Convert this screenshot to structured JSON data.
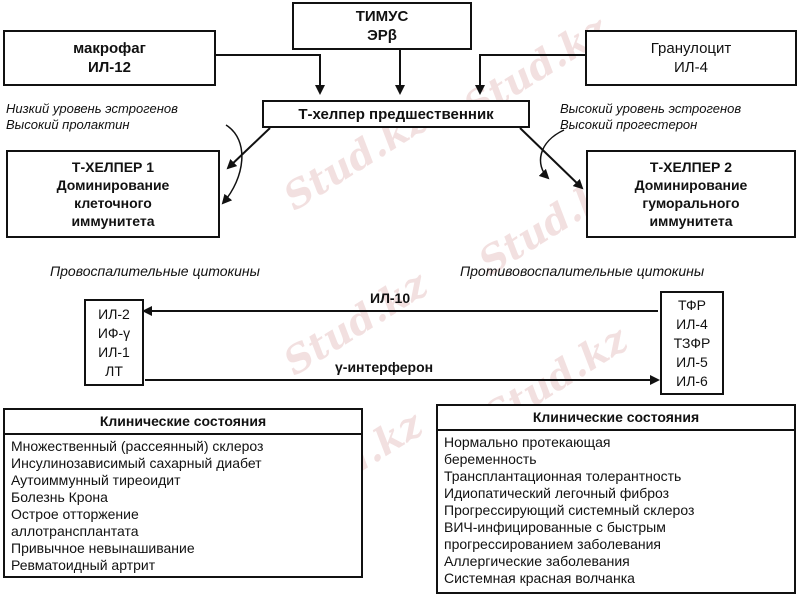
{
  "top": {
    "line1": "ТИМУС",
    "line2": "ЭРβ"
  },
  "left_source": {
    "line1": "макрофаг",
    "line2": "ИЛ-12"
  },
  "right_source": {
    "line1": "Гранулоцит",
    "line2": "ИЛ-4"
  },
  "precursor": "Т-хелпер предшественник",
  "left_condition": [
    "Низкий уровень эстрогенов",
    "Высокий пролактин"
  ],
  "right_condition": [
    "Высокий уровень эстрогенов",
    "Высокий прогестерон"
  ],
  "th1": {
    "title": "Т-ХЕЛПЕР 1",
    "lines": [
      "Доминирование",
      "клеточного",
      "иммунитета"
    ]
  },
  "th2": {
    "title": "Т-ХЕЛПЕР 2",
    "lines": [
      "Доминирование",
      "гуморального",
      "иммунитета"
    ]
  },
  "left_caption": "Провоспалительные цитокины",
  "right_caption": "Противовоспалительные цитокины",
  "left_cytokines": [
    "ИЛ-2",
    "ИФ-γ",
    "ИЛ-1",
    "ЛТ"
  ],
  "right_cytokines": [
    "ТФР",
    "ИЛ-4",
    "ТЗФР",
    "ИЛ-5",
    "ИЛ-6"
  ],
  "arrow_top_label": "ИЛ-10",
  "arrow_bottom_label": "γ-интерферон",
  "left_clinical": {
    "title": "Клинические состояния",
    "items": [
      "Множественный (рассеянный) склероз",
      "Инсулинозависимый сахарный диабет",
      "Аутоиммунный тиреоидит",
      "Болезнь Крона",
      "Острое отторжение",
      "аллотрансплантата",
      "Привычное невынашивание",
      "Ревматоидный артрит"
    ]
  },
  "right_clinical": {
    "title": "Клинические состояния",
    "items": [
      "Нормально протекающая",
      "беременность",
      "Трансплантационная толерантность",
      "Идиопатический легочный фиброз",
      "Прогрессирующий системный склероз",
      "ВИЧ-инфицированные с быстрым",
      "прогрессированием заболевания",
      "Аллергические заболевания",
      "Системная красная волчанка"
    ]
  },
  "watermark": "Stud.kz",
  "colors": {
    "line": "#111111",
    "watermark": "#e9c7c7"
  }
}
